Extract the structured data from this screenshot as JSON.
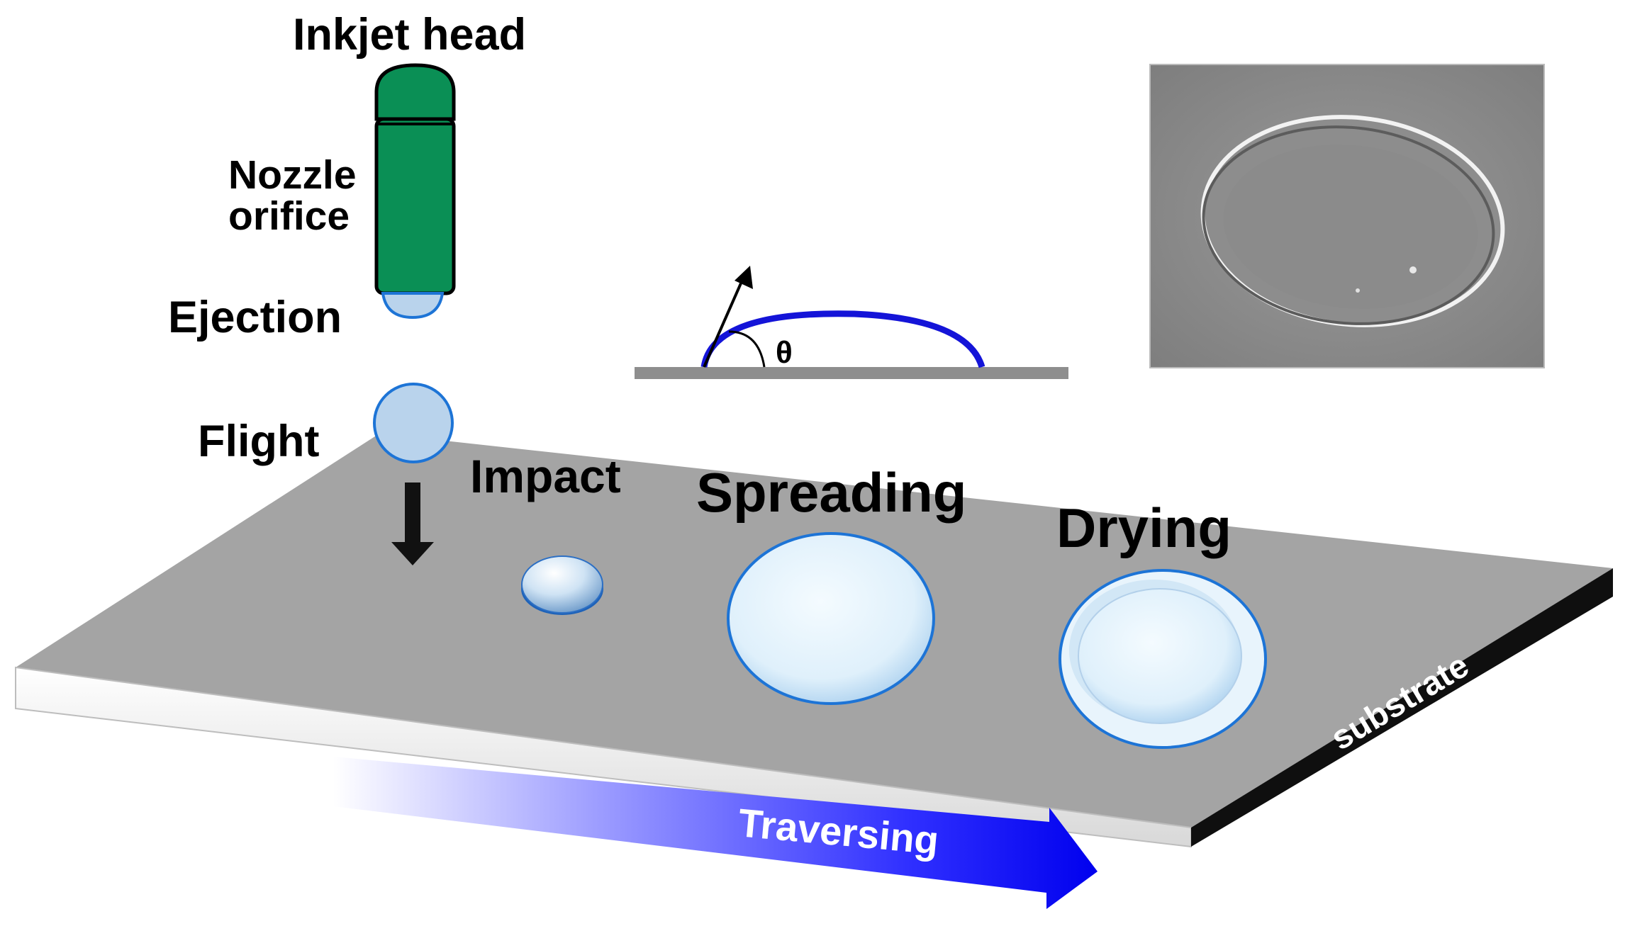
{
  "labels": {
    "inkjet_head": "Inkjet head",
    "nozzle_line1": "Nozzle",
    "nozzle_line2": "orifice",
    "ejection": "Ejection",
    "flight": "Flight",
    "impact": "Impact",
    "spreading": "Spreading",
    "drying": "Drying",
    "theta": "θ",
    "substrate": "substrate",
    "traversing": "Traversing"
  },
  "icons": {
    "head": "inkjet-head-icon",
    "down_arrow": "down-arrow-icon",
    "traverse_arrow": "traverse-arrow-icon",
    "contact_angle": "contact-angle-icon",
    "sem_image": "sem-droplet-image"
  },
  "colors": {
    "head_green": "#0a8f55",
    "droplet_blue": "#1d74d6",
    "droplet_fill": "#b9d3ec",
    "substrate_top": "#a3a3a3",
    "substrate_front": "#f0f0f0",
    "substrate_side": "#111111",
    "arrow_blue": "#1a1aff",
    "contact_arc": "#1414d8"
  }
}
